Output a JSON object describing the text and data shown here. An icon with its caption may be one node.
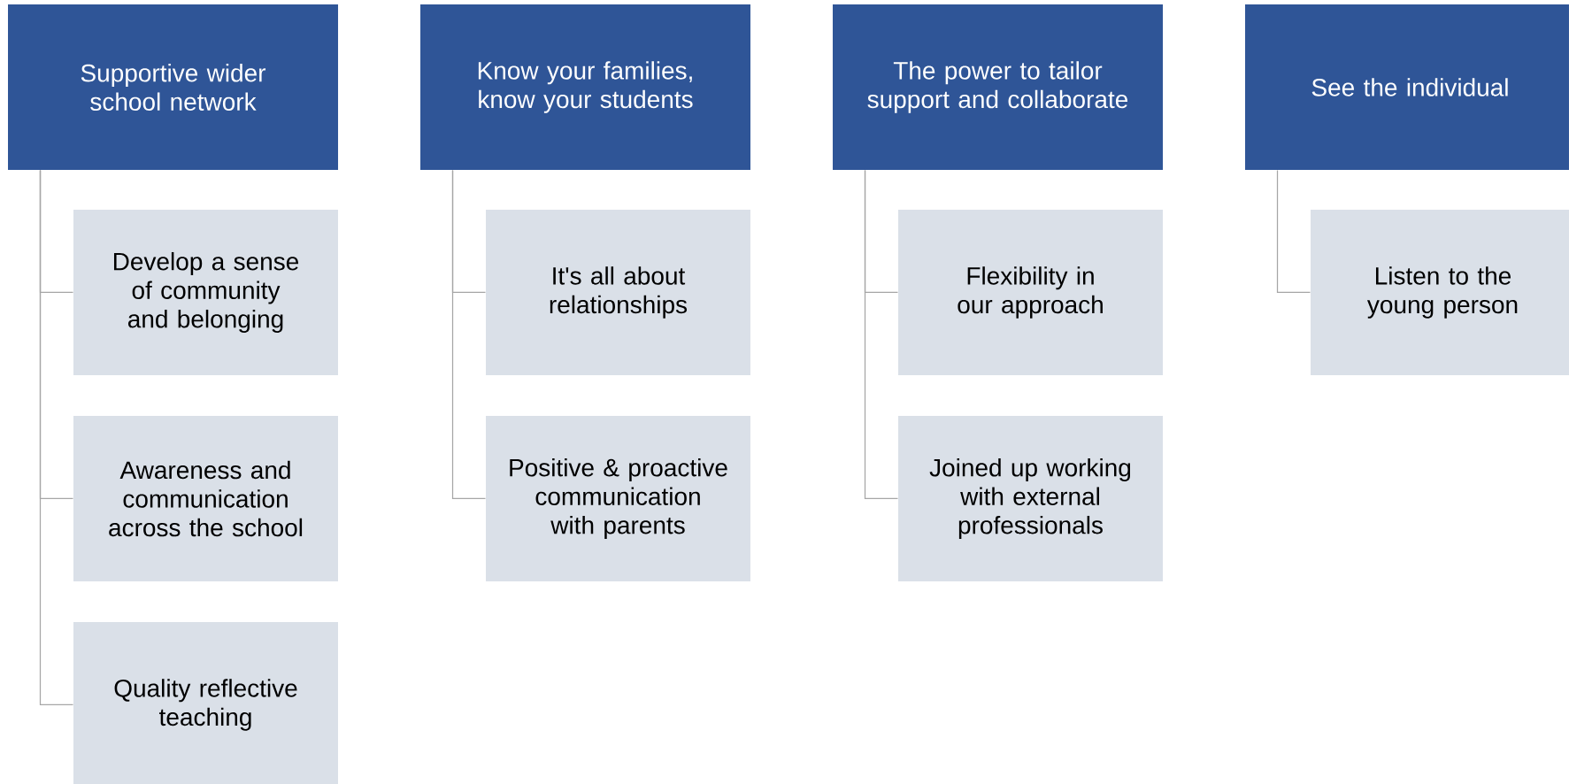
{
  "diagram": {
    "nodes": [
      {
        "text": [
          "Supportive wider school network"
        ]
      },
      {
        "text": [
          "Develop a sense of community and belonging"
        ]
      },
      {
        "text": [
          "Awareness and communication across the school"
        ]
      },
      {
        "text": [
          "Quality reflective teaching"
        ]
      },
      {
        "text": [
          "Know your families, know your students"
        ]
      },
      {
        "text": [
          "It's all about relationships"
        ]
      },
      {
        "text": [
          "Positive & proactive communication with parents"
        ]
      },
      {
        "text": [
          "The power to tailor support and collaborate"
        ]
      },
      {
        "text": [
          "Flexibility in our approach"
        ]
      },
      {
        "text": [
          "Joined up working with external professionals"
        ]
      },
      {
        "text": [
          "See the individual"
        ]
      },
      {
        "text": [
          "Listen to the young person"
        ]
      }
    ],
    "edges": [
      {
        "from": 0,
        "to": 1,
        "arrow": "none"
      },
      {
        "from": 0,
        "to": 2,
        "arrow": "none"
      },
      {
        "from": 0,
        "to": 3,
        "arrow": "none"
      },
      {
        "from": 4,
        "to": 5,
        "arrow": "none"
      },
      {
        "from": 4,
        "to": 6,
        "arrow": "none"
      },
      {
        "from": 7,
        "to": 8,
        "arrow": "none"
      },
      {
        "from": 7,
        "to": 9,
        "arrow": "none"
      },
      {
        "from": 10,
        "to": 11,
        "arrow": "none"
      }
    ]
  }
}
